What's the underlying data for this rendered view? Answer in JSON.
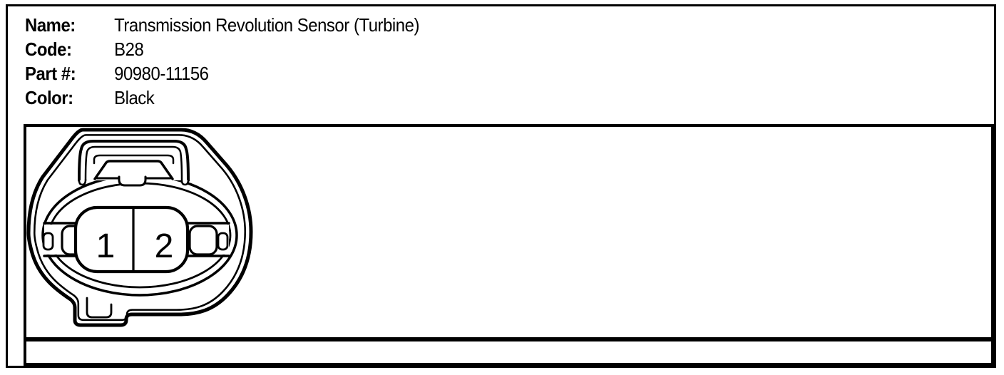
{
  "header": {
    "fields": [
      {
        "label": "Name:",
        "value": "Transmission Revolution Sensor (Turbine)"
      },
      {
        "label": "Code:",
        "value": "B28"
      },
      {
        "label": "Part #:",
        "value": "90980-11156"
      },
      {
        "label": "Color:",
        "value": "Black"
      }
    ]
  },
  "connector": {
    "description": "2-pin round connector face view with top lock tab",
    "pins": [
      "1",
      "2"
    ]
  },
  "colors": {
    "line": "#000000",
    "background": "#ffffff"
  }
}
